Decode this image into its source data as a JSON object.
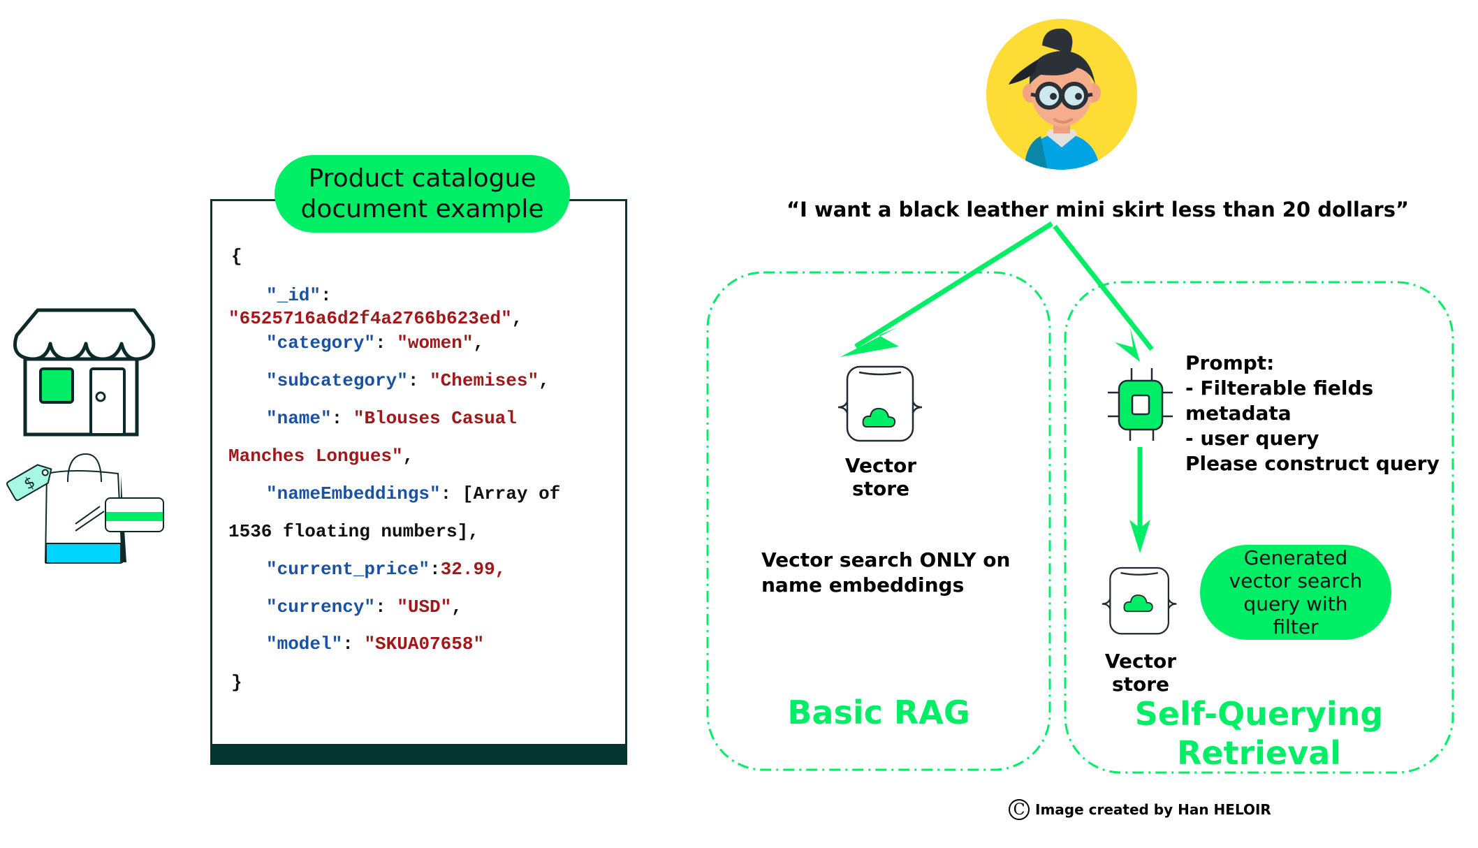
{
  "document": {
    "title_line1": "Product catalogue",
    "title_line2": "document example",
    "code": {
      "open_brace": "{",
      "id_key": "\"_id\"",
      "id_value": "\"6525716a6d2f4a2766b623ed\"",
      "category_key": "\"category\"",
      "category_value": "\"women\"",
      "subcategory_key": "\"subcategory\"",
      "subcategory_value": "\"Chemises\"",
      "name_key": "\"name\"",
      "name_value_line1": "\"Blouses Casual",
      "name_value_line2": "Manches Longues\"",
      "embeddings_key": "\"nameEmbeddings\"",
      "embeddings_value_line1": "[Array of",
      "embeddings_value_line2": "1536 floating numbers],",
      "price_key": "\"current_price\"",
      "price_value": "32.99,",
      "currency_key": "\"currency\"",
      "currency_value": "\"USD\"",
      "model_key": "\"model\"",
      "model_value": "\"SKUA07658\"",
      "close_brace": "}"
    }
  },
  "user_query": "“I want a black leather mini skirt less than 20 dollars”",
  "basic_rag": {
    "vector_store_label": "Vector store",
    "description_line1": "Vector search ONLY on",
    "description_line2": "name embeddings",
    "title": "Basic RAG"
  },
  "self_querying": {
    "prompt_lines": [
      "Prompt:",
      "- Filterable fields",
      "metadata",
      "- user query",
      "Please construct query"
    ],
    "vector_store_label": "Vector store",
    "generated_query_lines": [
      "Generated",
      "vector search",
      "query with",
      "filter"
    ],
    "title_line1": "Self-Querying",
    "title_line2": "Retrieval"
  },
  "credit": {
    "symbol": "C",
    "text": "Image created by Han HELOIR"
  },
  "colors": {
    "accent_green": "#00ee66",
    "dark_teal": "#05352f",
    "json_key_blue": "#1a52a3",
    "json_string_red": "#a0181a",
    "avatar_yellow": "#fddc35"
  }
}
